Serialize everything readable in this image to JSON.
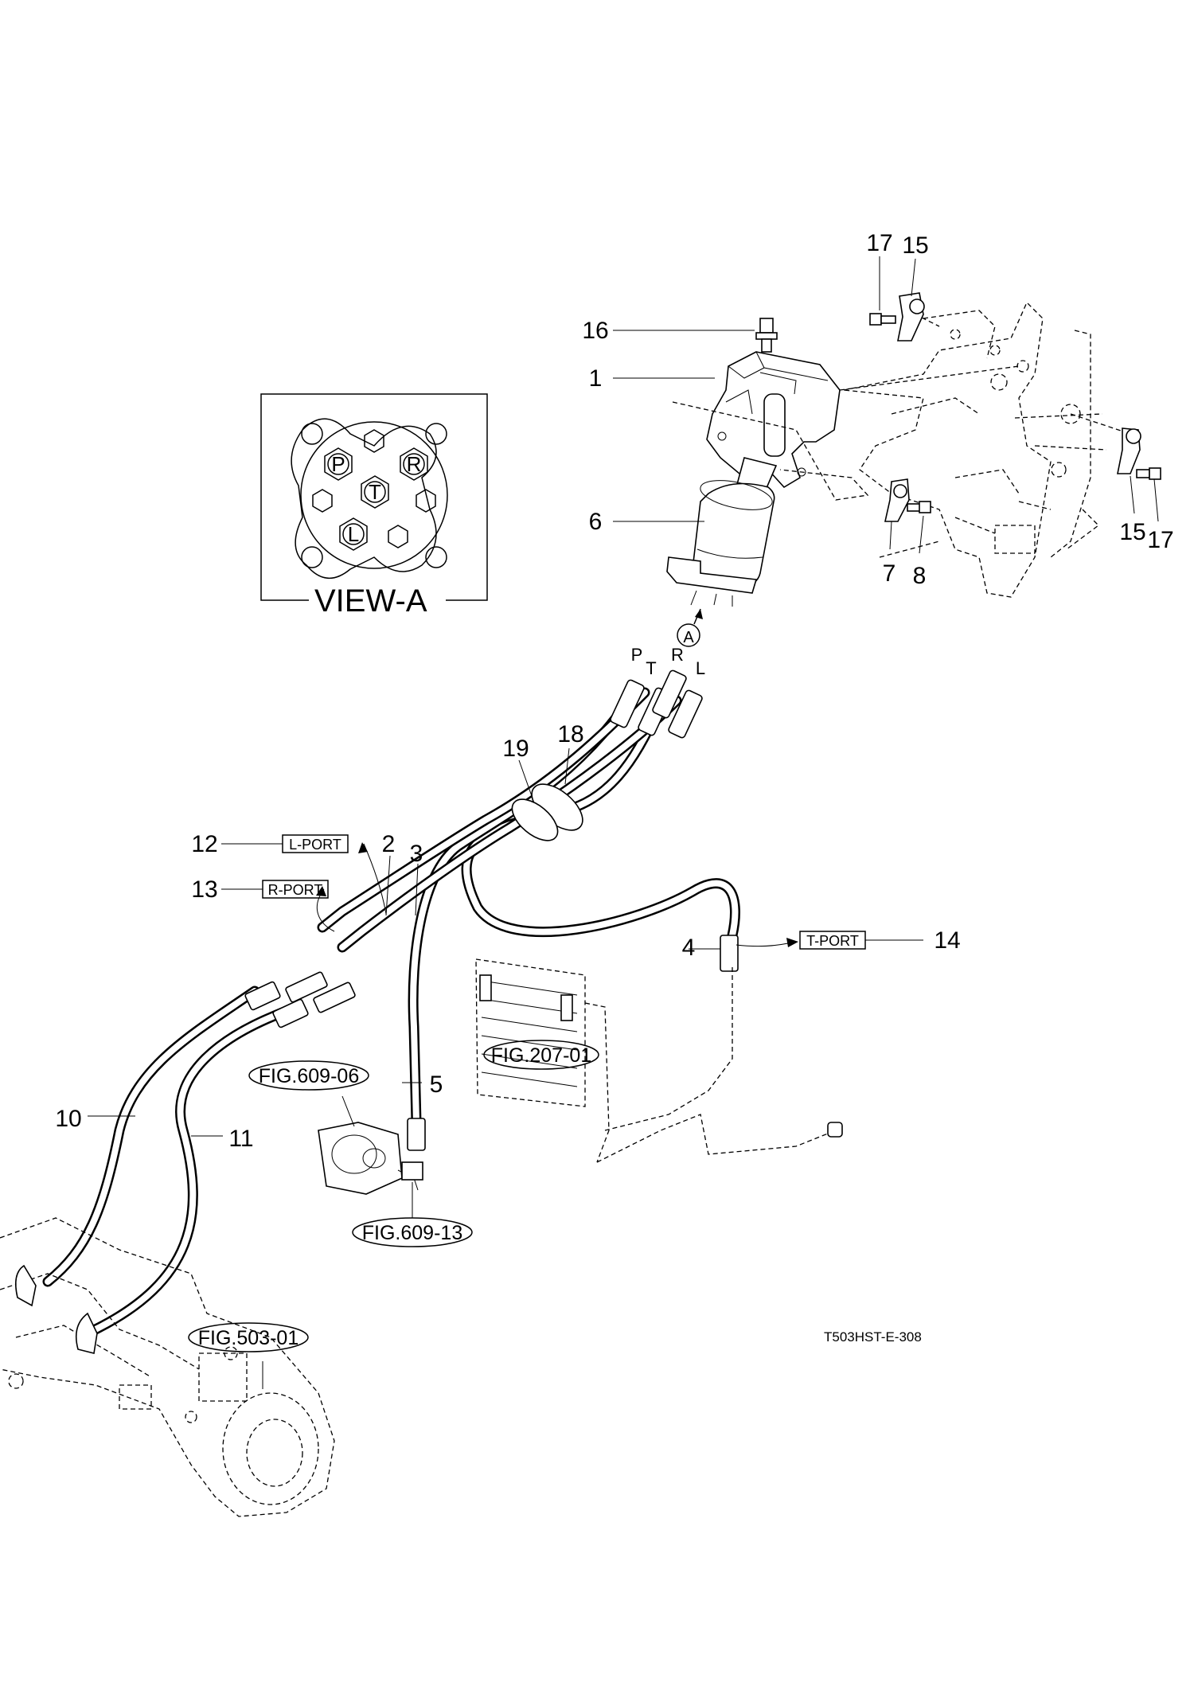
{
  "drawing_code": "T503HST-E-308",
  "view_a": {
    "caption": "VIEW-A",
    "ports": [
      "P",
      "R",
      "T",
      "L"
    ]
  },
  "view_marker": "A",
  "hose_port_letters": [
    "P",
    "T",
    "R",
    "L"
  ],
  "callouts": [
    "1",
    "2",
    "3",
    "4",
    "5",
    "6",
    "7",
    "8",
    "10",
    "11",
    "12",
    "13",
    "14",
    "15",
    "15",
    "16",
    "17",
    "17",
    "18",
    "19"
  ],
  "port_tags": {
    "l_port": "L-PORT",
    "r_port": "R-PORT",
    "t_port": "T-PORT"
  },
  "figure_refs": [
    "FIG.609-06",
    "FIG.207-01",
    "FIG.609-13",
    "FIG.503-01"
  ]
}
